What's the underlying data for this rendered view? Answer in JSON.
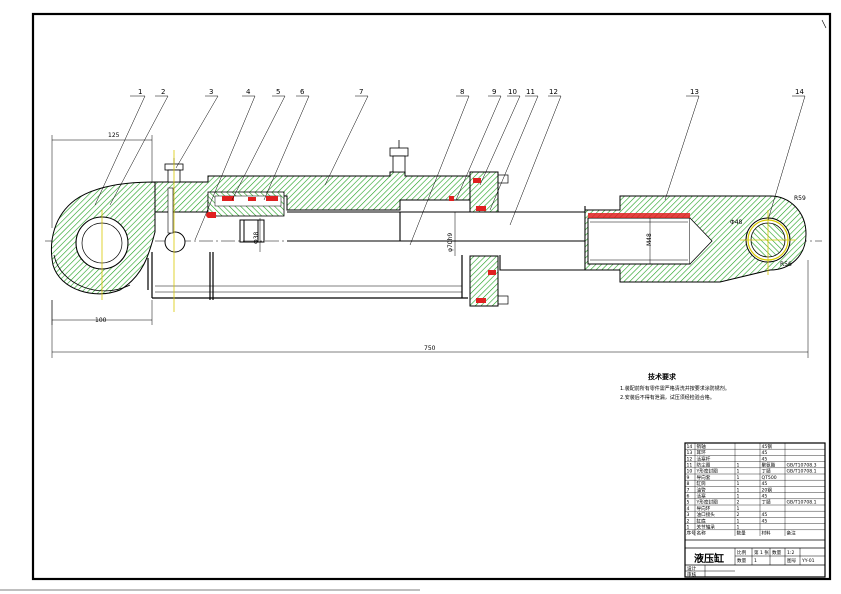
{
  "drawing": {
    "balloons": [
      "1",
      "2",
      "3",
      "4",
      "5",
      "6",
      "7",
      "8",
      "9",
      "10",
      "11",
      "12",
      "13",
      "14"
    ],
    "dimensions": {
      "d125": "125",
      "d100": "100",
      "d750": "750",
      "r59": "R59",
      "r56": "R56",
      "phi48": "Φ48",
      "phi70": "φ70h9",
      "m48": "M48",
      "phi_small": "Φ38"
    },
    "colors": {
      "hatch": "#1fa01f",
      "seal": "#e02020",
      "center": "#d8c800",
      "line": "#000000"
    }
  },
  "notes": {
    "title": "技术要求",
    "lines": [
      "1.装配前所有零件需严格清洗并按要求涂防锈剂。",
      "2.安装后不得有泄漏，试压须经检验合格。"
    ]
  },
  "title_block": {
    "parts": [
      {
        "no": "14",
        "name": "销轴",
        "qty": "",
        "mat": "45钢",
        "note": ""
      },
      {
        "no": "13",
        "name": "耳环",
        "qty": "",
        "mat": "45",
        "note": ""
      },
      {
        "no": "12",
        "name": "活塞杆",
        "qty": "",
        "mat": "45",
        "note": ""
      },
      {
        "no": "11",
        "name": "防尘圈",
        "qty": "1",
        "mat": "聚氨酯",
        "note": "GB/T10708.3"
      },
      {
        "no": "10",
        "name": "Y形密封圈",
        "qty": "1",
        "mat": "丁腈",
        "note": "GB/T10708.1"
      },
      {
        "no": "9",
        "name": "导向套",
        "qty": "1",
        "mat": "QT500",
        "note": ""
      },
      {
        "no": "8",
        "name": "缸筒",
        "qty": "1",
        "mat": "45",
        "note": ""
      },
      {
        "no": "7",
        "name": "油管",
        "qty": "1",
        "mat": "20钢",
        "note": ""
      },
      {
        "no": "6",
        "name": "活塞",
        "qty": "1",
        "mat": "45",
        "note": ""
      },
      {
        "no": "5",
        "name": "Y形密封圈",
        "qty": "2",
        "mat": "丁腈",
        "note": "GB/T10708.1"
      },
      {
        "no": "4",
        "name": "导向环",
        "qty": "1",
        "mat": "",
        "note": ""
      },
      {
        "no": "3",
        "name": "油口接头",
        "qty": "2",
        "mat": "45",
        "note": ""
      },
      {
        "no": "2",
        "name": "缸底",
        "qty": "1",
        "mat": "45",
        "note": ""
      },
      {
        "no": "1",
        "name": "关节轴承",
        "qty": "1",
        "mat": "",
        "note": ""
      }
    ],
    "headers": {
      "no": "序号",
      "name": "名称",
      "qty": "数量",
      "mat": "材料",
      "note": "备注"
    },
    "drawing_name": "液压缸",
    "scale_label": "比例",
    "scale_value": "1:2",
    "sheet": "第 1 张",
    "qty_label": "数量",
    "qty_value": "1",
    "drawing_no_label": "图号",
    "drawing_no": "YY-01",
    "designer_label": "设计",
    "checker_label": "审核"
  }
}
